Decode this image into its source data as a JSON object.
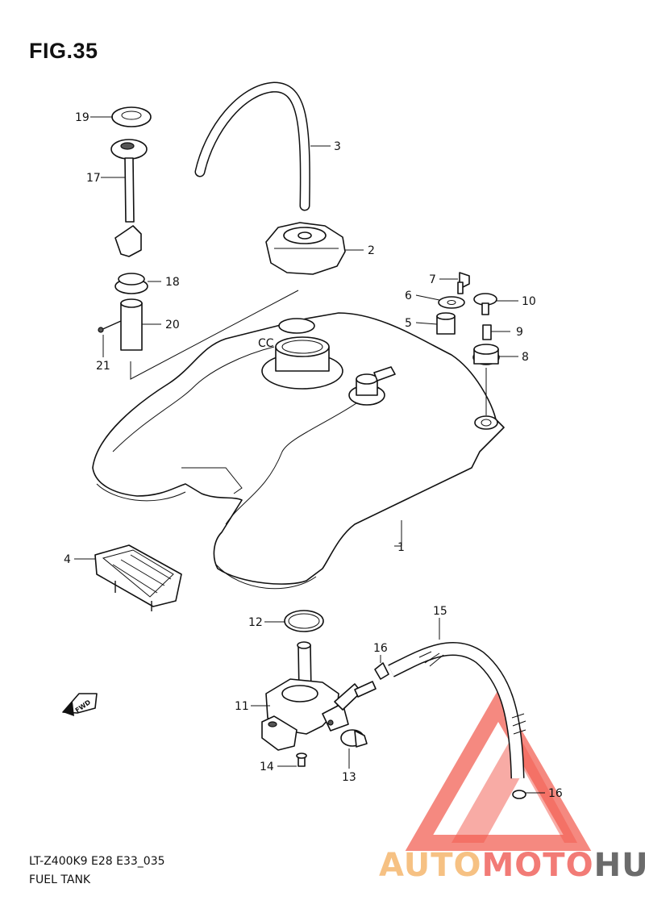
{
  "figure": {
    "title": "FIG.35",
    "code": "LT-Z400K9 E28 E33_035",
    "caption": "FUEL TANK"
  },
  "direction_badge": "FWD",
  "watermark": {
    "part1": "AUTO",
    "part2": "MOTO",
    "part3": "HUB",
    "color_part1": "#f6c183",
    "color_part2": "#f27b76",
    "color_part3": "#6b6b6b",
    "triangle_color": "#ef3b2c"
  },
  "callouts": [
    {
      "id": "1",
      "text": "1"
    },
    {
      "id": "2",
      "text": "2"
    },
    {
      "id": "3",
      "text": "3"
    },
    {
      "id": "4",
      "text": "4"
    },
    {
      "id": "5",
      "text": "5"
    },
    {
      "id": "6",
      "text": "6"
    },
    {
      "id": "7",
      "text": "7"
    },
    {
      "id": "8",
      "text": "8"
    },
    {
      "id": "9",
      "text": "9"
    },
    {
      "id": "10",
      "text": "10"
    },
    {
      "id": "11",
      "text": "11"
    },
    {
      "id": "12",
      "text": "12"
    },
    {
      "id": "13",
      "text": "13"
    },
    {
      "id": "14",
      "text": "14"
    },
    {
      "id": "15",
      "text": "15"
    },
    {
      "id": "16a",
      "text": "16"
    },
    {
      "id": "16b",
      "text": "16"
    },
    {
      "id": "17",
      "text": "17"
    },
    {
      "id": "18",
      "text": "18"
    },
    {
      "id": "19",
      "text": "19"
    },
    {
      "id": "20",
      "text": "20"
    },
    {
      "id": "21",
      "text": "21"
    }
  ]
}
